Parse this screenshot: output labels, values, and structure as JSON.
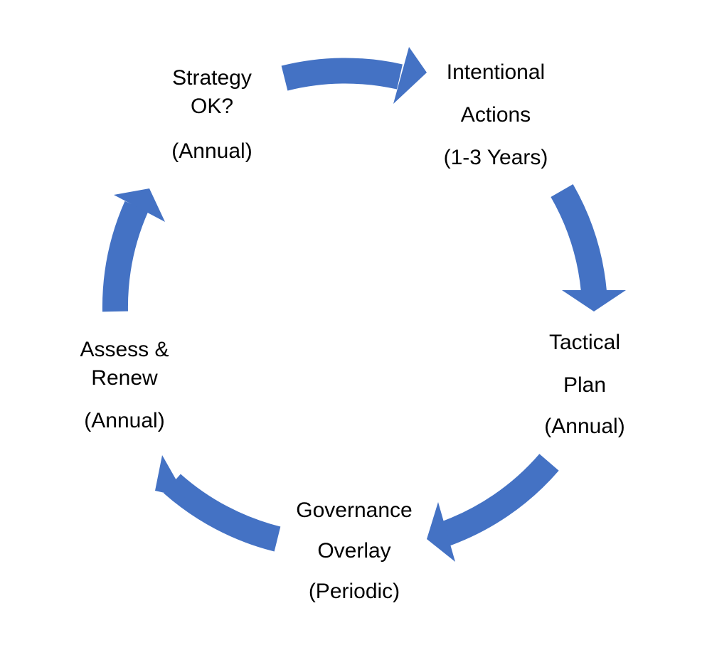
{
  "colors": {
    "arrow": "#4472C4",
    "text": "#000000"
  },
  "nodes": [
    {
      "id": "strategy",
      "lines": [
        "Strategy",
        "OK?",
        "(Annual)"
      ]
    },
    {
      "id": "intentional",
      "lines": [
        "Intentional",
        "Actions",
        "(1-3 Years)"
      ]
    },
    {
      "id": "tactical",
      "lines": [
        "Tactical",
        "Plan",
        "(Annual)"
      ]
    },
    {
      "id": "governance",
      "lines": [
        "Governance",
        "Overlay",
        "(Periodic)"
      ]
    },
    {
      "id": "assess",
      "lines": [
        "Assess &",
        "Renew",
        "(Annual)"
      ]
    }
  ]
}
